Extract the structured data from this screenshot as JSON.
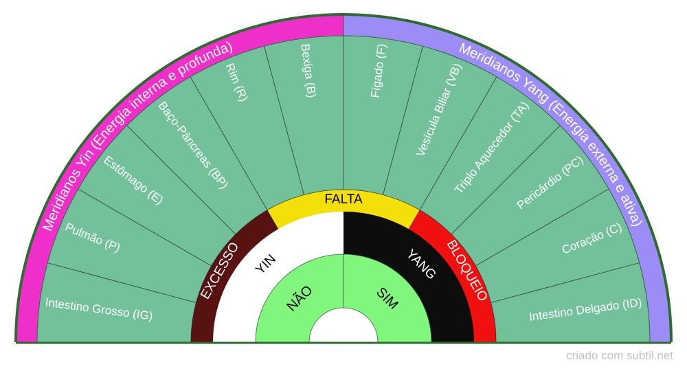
{
  "colors": {
    "outline": "#2e6b2e",
    "meridian_fill": "#72c19b",
    "divider": "#3a5e48",
    "yin_band": "#ef2fc9",
    "yang_band": "#9c8cf5",
    "excesso": "#581212",
    "falta": "#f3e00a",
    "bloqueio": "#f01010",
    "yin_ring": "#ffffff",
    "yang_ring": "#0d0d0d",
    "center": "#80f67c"
  },
  "outer_band": {
    "yin_label": "Meridianos Yin (Energia interna e profunda)",
    "yang_label": "Meridianos Yang (Energia externa e ativa)"
  },
  "meridians": [
    "Intestino Grosso (IG)",
    "Pulmão (P)",
    "Estômago (E)",
    "Baço-Pâncreas (BP)",
    "Rim (R)",
    "Bexiga (B)",
    "Fígado (F)",
    "Vesícula Biliar (VB)",
    "Triplo Aquecedor (TA)",
    "Pericárdio (PC)",
    "Coração (C)",
    "Intestino Delgado (ID)"
  ],
  "states": [
    "EXCESSO",
    "FALTA",
    "BLOQUEIO"
  ],
  "polarity": [
    "YIN",
    "YANG"
  ],
  "answers": [
    "NÃO",
    "SIM"
  ],
  "footer": "criado com subtil.net"
}
